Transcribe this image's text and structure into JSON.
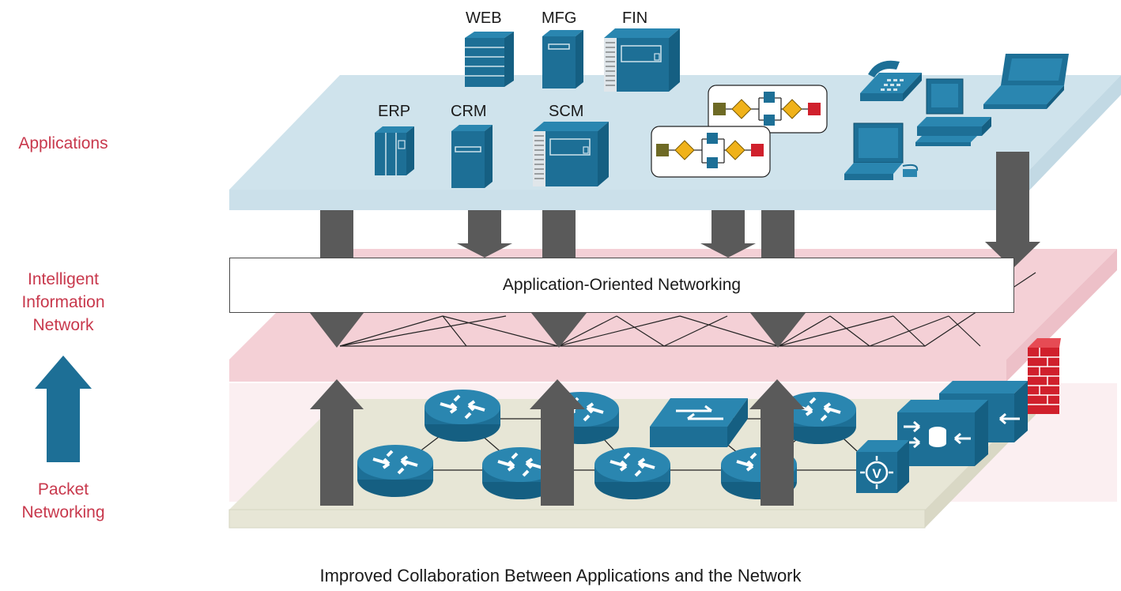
{
  "left_labels": {
    "applications": "Applications",
    "intelligent_network_line1": "Intelligent",
    "intelligent_network_line2": "Information",
    "intelligent_network_line3": "Network",
    "packet_networking_line1": "Packet",
    "packet_networking_line2": "Networking"
  },
  "application_labels": {
    "web": "WEB",
    "mfg": "MFG",
    "fin": "FIN",
    "erp": "ERP",
    "crm": "CRM",
    "scm": "SCM"
  },
  "middle_box": {
    "label": "Application-Oriented Networking"
  },
  "caption": "Improved Collaboration Between Applications and the Network",
  "colors": {
    "app_layer": "#cfe3ec",
    "app_layer_side": "#c2d9e4",
    "intelligent_layer": "#f4d0d6",
    "packet_layer": "#e7e6d6",
    "device_blue": "#1d6f96",
    "arrow_gray": "#5a5a5a",
    "label_red": "#c8384c",
    "firewall_red": "#d0202c"
  }
}
